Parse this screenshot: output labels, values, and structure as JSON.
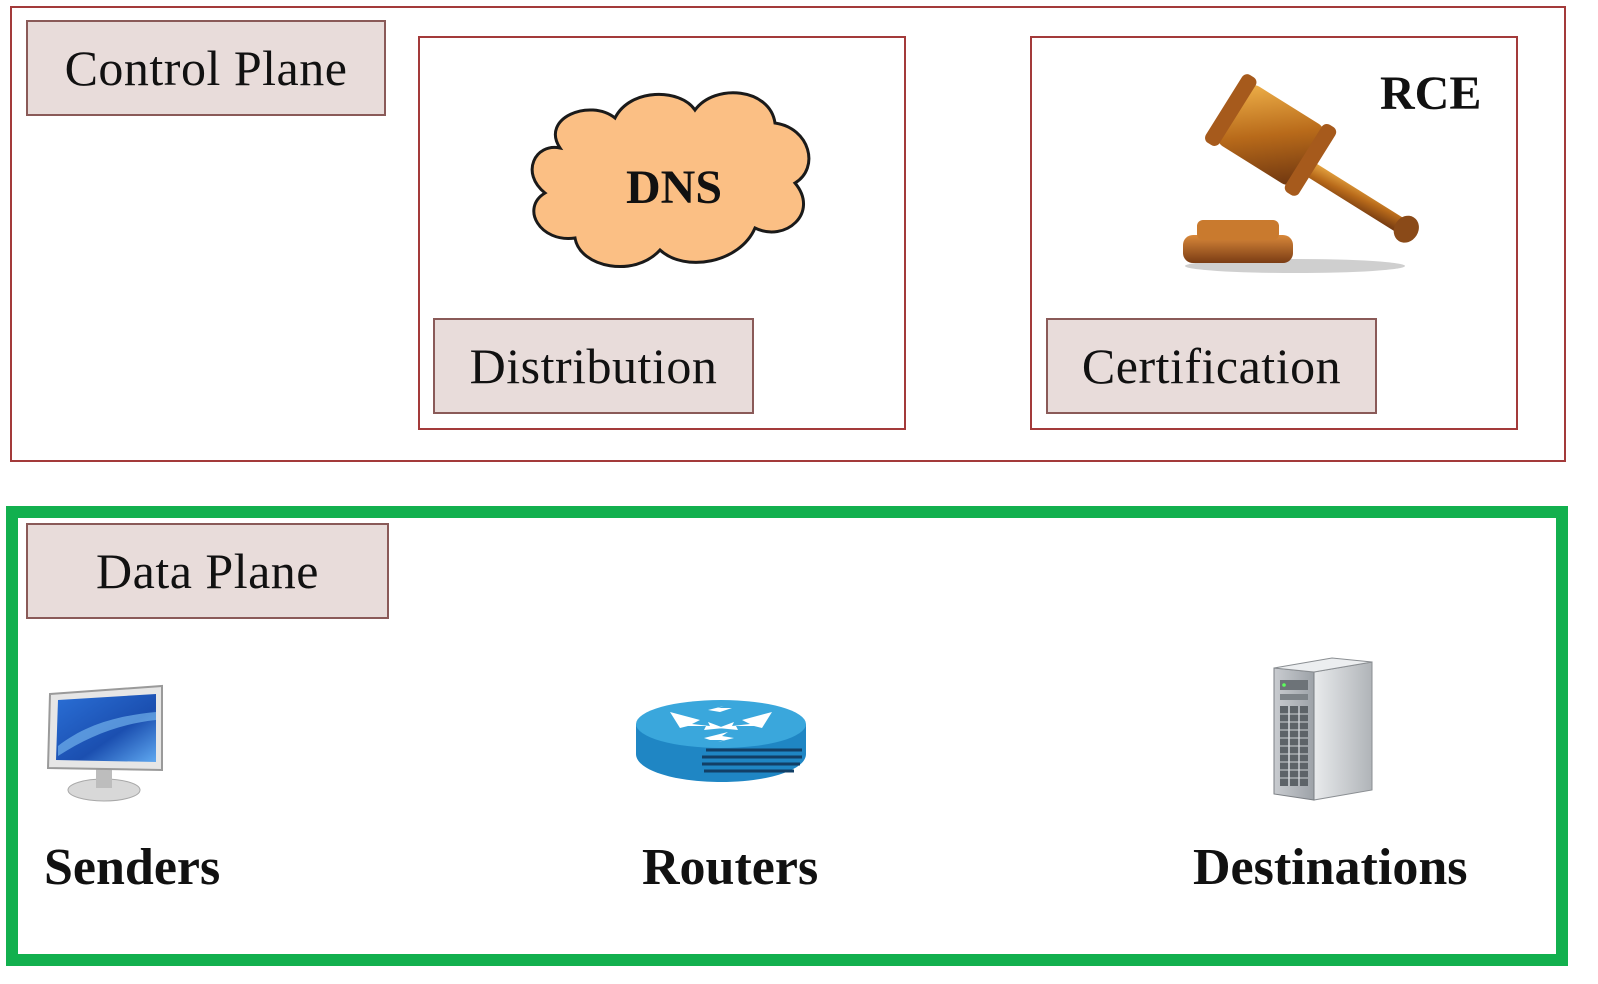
{
  "control_plane": {
    "label": "Control Plane",
    "distribution": {
      "label": "Distribution",
      "service": "DNS"
    },
    "certification": {
      "label": "Certification",
      "authority": "RCE"
    }
  },
  "data_plane": {
    "label": "Data Plane",
    "nodes": [
      {
        "label": "Senders",
        "icon": "monitor-icon"
      },
      {
        "label": "Routers",
        "icon": "router-icon"
      },
      {
        "label": "Destinations",
        "icon": "server-icon"
      }
    ]
  },
  "colors": {
    "control_border": "#a33a3a",
    "data_border": "#12b04e",
    "tag_fill": "#e8dcda",
    "cloud_fill": "#fbbf84"
  }
}
